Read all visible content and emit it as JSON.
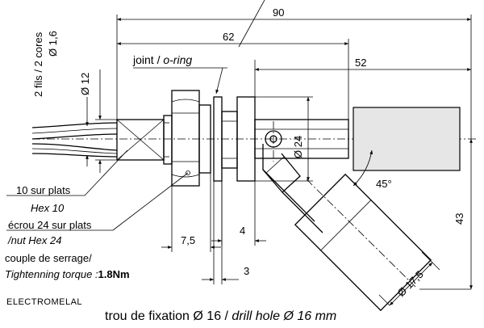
{
  "dimensions": {
    "d90": "90",
    "d62": "62",
    "d52": "52",
    "d43": "43",
    "d24": "Ø 24",
    "d12": "Ø 12",
    "d16": "Ø 1,6",
    "d75": "7,5",
    "d4": "4",
    "d3": "3",
    "d175": "Ø 17,5",
    "angle": "45°"
  },
  "labels": {
    "wires": "2 fils / 2 cores",
    "joint_normal": "joint",
    "joint_sep": " / ",
    "joint_italic": "o-ring",
    "flats10": "10 sur plats",
    "hex10": "Hex 10",
    "nut24": "écrou 24 sur plats",
    "nut24_en": "/nut Hex 24",
    "torque_fr": "couple de serrage/",
    "torque_en": "Tightenning torque :",
    "torque_val": "1.8Nm",
    "drill_fr": "trou de fixation Ø 16 / ",
    "drill_en": "drill hole Ø 16 mm",
    "watermark": "ELECTROMELAL"
  },
  "colors": {
    "line": "#000000",
    "watermark": "#2a6fb0",
    "float_fill": "#e6e6e6"
  }
}
